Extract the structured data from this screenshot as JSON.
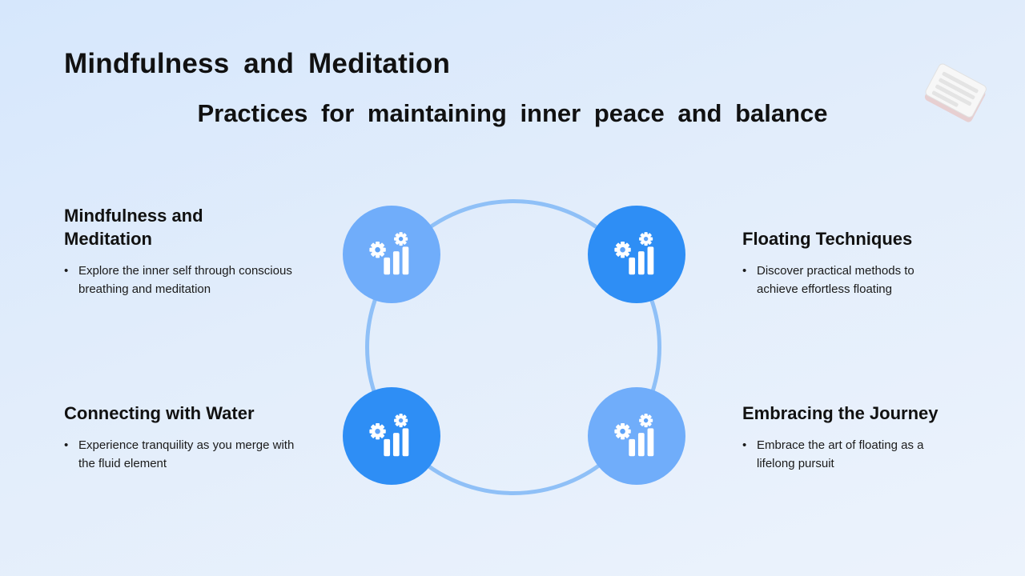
{
  "title": "Mindfulness  and  Meditation",
  "subtitle": "Practices  for  maintaining  inner  peace  and  balance",
  "colors": {
    "ring": "#8fc0f7",
    "node_light": "#70adfa",
    "node_dark": "#2e8ef5",
    "icon": "#ffffff"
  },
  "diagram": {
    "type": "cycle",
    "node_icon": "gear-bar-chart-icon",
    "nodes": [
      {
        "heading": "Mindfulness and Meditation",
        "bullet_marker": "•",
        "bullet": "Explore the inner self through conscious breathing and meditation",
        "shade": "light"
      },
      {
        "heading": "Floating Techniques",
        "bullet_marker": "•",
        "bullet": "Discover practical methods to achieve effortless floating",
        "shade": "dark"
      },
      {
        "heading": "Connecting with Water",
        "bullet_marker": "•",
        "bullet": "Experience tranquility as you merge with the fluid element",
        "shade": "dark"
      },
      {
        "heading": "Embracing the Journey",
        "bullet_marker": "•",
        "bullet": "Embrace the art of floating as a lifelong pursuit",
        "shade": "light"
      }
    ]
  }
}
